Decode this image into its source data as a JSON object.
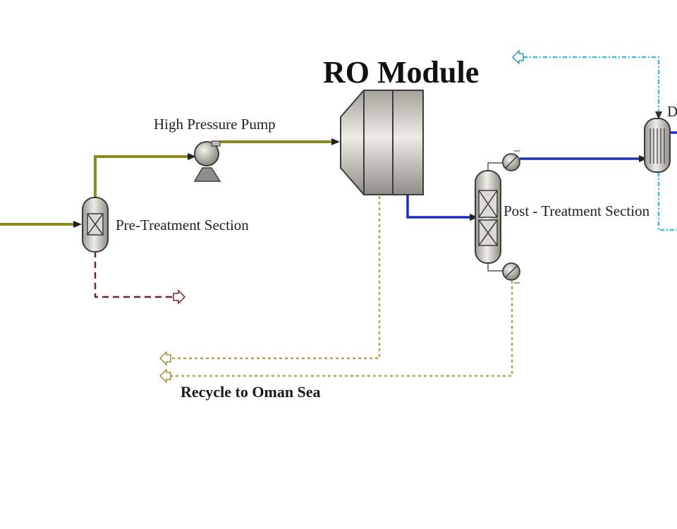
{
  "labels": {
    "ro_module": "RO Module",
    "high_pressure_pump": "High Pressure Pump",
    "pre_treatment": "Pre-Treatment Section",
    "post_treatment": "Post - Treatment Section",
    "recycle": "Recycle to Oman Sea",
    "partial_right": "D"
  },
  "colors": {
    "feed_stream": "#8a8a1e",
    "permeate_stream": "#1f2fbf",
    "brine_stream": "#b2a648",
    "waste_stream": "#7a2020",
    "utility_stream": "#33c4d4",
    "equipment_fill": "#d2d0c6",
    "equipment_stroke": "#3c3c3c"
  },
  "icons": [
    "pump-icon",
    "filter-vessel-icon",
    "ro-module-icon",
    "column-icon",
    "heat-exchanger-icon",
    "tank-icon",
    "stream-outlet-arrow-icon"
  ]
}
